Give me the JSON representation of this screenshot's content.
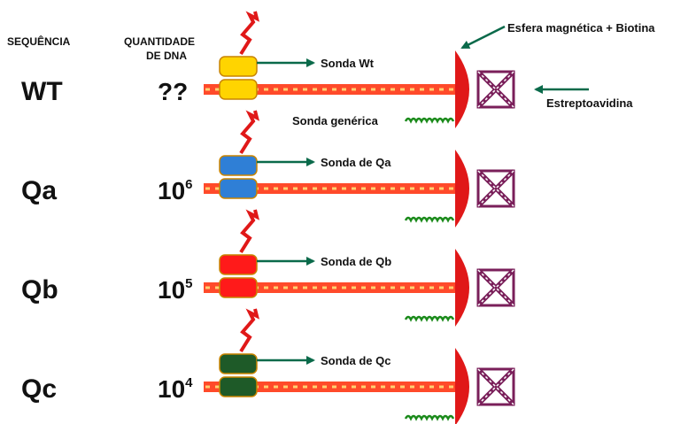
{
  "headers": {
    "sequence": "SEQUÊNCIA",
    "dna_quantity_line1": "QUANTIDADE",
    "dna_quantity_line2": "DE DNA"
  },
  "annotations": {
    "magnetic_bead": "Esfera magnética + Biotina",
    "streptavidin": "Estreptoavidina",
    "generic_probe": "Sonda genérica"
  },
  "rows": [
    {
      "sequence": "WT",
      "quantity": "??",
      "quantity_exponent": "",
      "probe_label": "Sonda Wt",
      "probe_color": "#ffd400"
    },
    {
      "sequence": "Qa",
      "quantity": "10",
      "quantity_exponent": "6",
      "probe_label": "Sonda de Qa",
      "probe_color": "#2f7fd6"
    },
    {
      "sequence": "Qb",
      "quantity": "10",
      "quantity_exponent": "5",
      "probe_label": "Sonda de Qb",
      "probe_color": "#ff1a1a"
    },
    {
      "sequence": "Qc",
      "quantity": "10",
      "quantity_exponent": "4",
      "probe_label": "Sonda de Qc",
      "probe_color": "#1e5a28"
    }
  ],
  "colors": {
    "dna_strand": "#ff4a2a",
    "dna_dash": "#ffd070",
    "bead": "#e01818",
    "streptavidin": "#7a1f5a",
    "generic_probe": "#1a8a1a",
    "arrow": "#0a6a4a",
    "lightning": "#e01818"
  }
}
